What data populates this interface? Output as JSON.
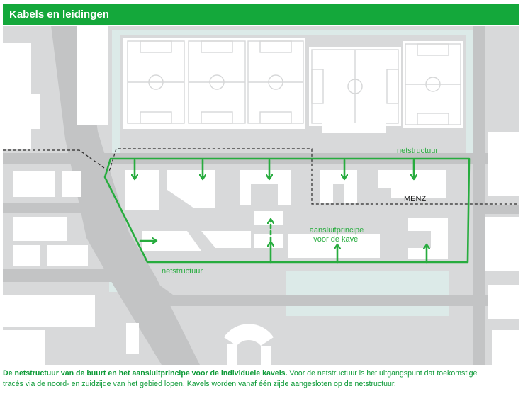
{
  "header": {
    "title": "Kabels en leidingen"
  },
  "colors": {
    "accent_green": "#14a83b",
    "route_green": "#27ac3e",
    "map_background": "#d8d9da",
    "road_grey": "#c3c4c5",
    "building_white": "#ffffff",
    "water_teal": "#dceae8"
  },
  "map": {
    "labels": {
      "netstructuur_top": "netstructuur",
      "netstructuur_bottom": "netstructuur",
      "menz": "MENZ",
      "aansluitprincipe_line1": "aansluitprincipe",
      "aansluitprincipe_line2": "voor de kavel"
    },
    "icons": [
      "arrow-down-icon",
      "arrow-up-icon",
      "arrow-right-icon",
      "dashed-arrow-up-icon"
    ]
  },
  "caption": {
    "line1_bold": "De netstructuur van de buurt en het aansluitprincipe voor de individuele kavels.",
    "line1_rest": " Voor de netstructuur is het uitgangspunt dat toekomstige",
    "line2": "tracés via de noord- en zuidzijde van het gebied lopen. Kavels worden vanaf één zijde aangesloten op de netstructuur."
  }
}
